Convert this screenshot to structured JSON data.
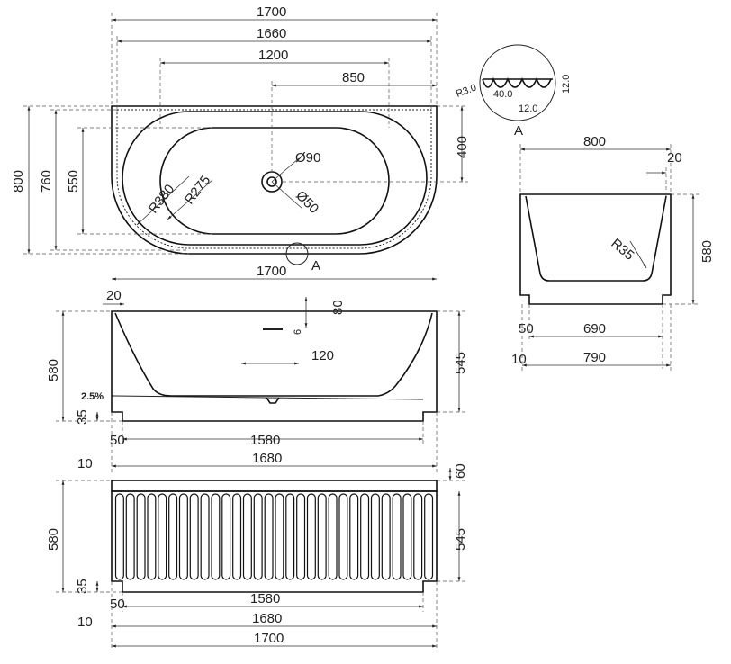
{
  "top_view": {
    "width_outer": "1700",
    "width_1660": "1660",
    "width_inner": "1200",
    "drain_offset": "850",
    "depth_outer": "800",
    "depth_760": "760",
    "depth_550": "550",
    "drain_depth": "400",
    "radius_outer": "R380",
    "radius_inner": "R275",
    "drain_dia": "Ø90",
    "overflow_dia": "Ø50",
    "detail_ref": "A"
  },
  "detail_a": {
    "r": "R3.0",
    "pitch": "40.0",
    "depth": "12.0",
    "width": "12.0",
    "label": "A"
  },
  "end_view": {
    "width": "800",
    "rim": "20",
    "height": "580",
    "radius": "R35",
    "inset": "50",
    "base": "690",
    "foot": "10",
    "base_total": "790"
  },
  "side_view": {
    "length": "1700",
    "rim": "20",
    "overflow_h": "80",
    "overflow_w": "6",
    "overflow_x": "120",
    "height": "580",
    "inner_height": "545",
    "slope": "2.5%",
    "plinth": "35",
    "inset": "50",
    "base_len": "1580",
    "foot": "10",
    "foot_len": "1680"
  },
  "front_view": {
    "top": "60",
    "height": "580",
    "inner_height": "545",
    "plinth": "35",
    "inset": "50",
    "base_len": "1580",
    "foot": "10",
    "foot_len": "1680",
    "length": "1700"
  }
}
